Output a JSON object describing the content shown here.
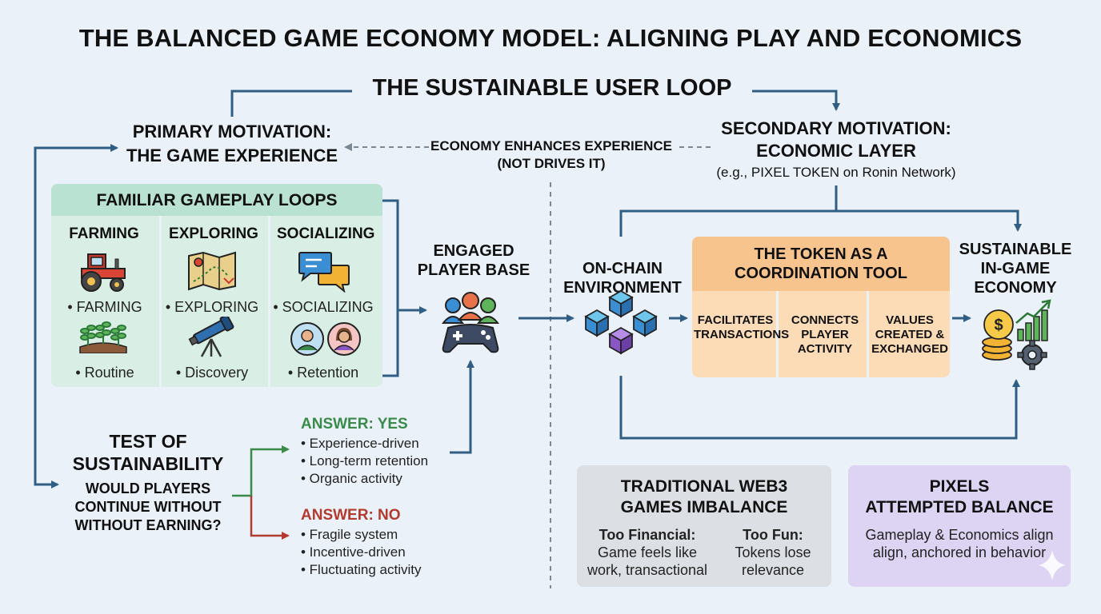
{
  "title": "THE BALANCED GAME ECONOMY MODEL: ALIGNING PLAY AND ECONOMICS",
  "loop_title": "THE SUSTAINABLE USER LOOP",
  "primary": {
    "line1": "PRIMARY MOTIVATION:",
    "line2": "THE GAME EXPERIENCE"
  },
  "enhance_note": {
    "line1": "ECONOMY ENHANCES EXPERIENCE",
    "line2": "(NOT DRIVES IT)"
  },
  "secondary": {
    "line1": "SECONDARY MOTIVATION:",
    "line2": "ECONOMIC LAYER",
    "sub": "(e.g., PIXEL TOKEN on Ronin Network)"
  },
  "gameplay": {
    "title": "FAMILIAR GAMEPLAY LOOPS",
    "columns": [
      {
        "title": "FARMING",
        "item1": "• FARMING",
        "item2": "• Routine"
      },
      {
        "title": "EXPLORING",
        "item1": "• EXPLORING",
        "item2": "• Discovery"
      },
      {
        "title": "SOCIALIZING",
        "item1": "• SOCIALIZING",
        "item2": "• Retention"
      }
    ]
  },
  "engaged": {
    "line1": "ENGAGED",
    "line2": "PLAYER BASE"
  },
  "onchain": {
    "line1": "ON-CHAIN",
    "line2": "ENVIRONMENT"
  },
  "token": {
    "line1": "THE TOKEN AS A",
    "line2": "COORDINATION TOOL",
    "cells": [
      [
        "FACILITATES",
        "TRANSACTIONS",
        ""
      ],
      [
        "CONNECTS",
        "PLAYER",
        "ACTIVITY"
      ],
      [
        "VALUES",
        "CREATED &",
        "EXCHANGED"
      ]
    ]
  },
  "sustainable": {
    "line1": "SUSTAINABLE",
    "line2": "IN-GAME",
    "line3": "ECONOMY"
  },
  "test": {
    "line1": "TEST OF",
    "line2": "SUSTAINABILITY",
    "q1": "WOULD PLAYERS",
    "q2": "CONTINUE WITHOUT",
    "q3": "WITHOUT EARNING?"
  },
  "answer_yes": {
    "label": "ANSWER: YES",
    "items": [
      "• Experience-driven",
      "• Long-term retention",
      "• Organic activity"
    ],
    "color": "#3a8a4a"
  },
  "answer_no": {
    "label": "ANSWER: NO",
    "items": [
      "• Fragile system",
      "• Incentive-driven",
      "• Fluctuating activity"
    ],
    "color": "#b23a2e"
  },
  "traditional": {
    "line1": "TRADITIONAL WEB3",
    "line2": "GAMES IMBALANCE",
    "left_label": "Too Financial:",
    "left_1": "Game feels like",
    "left_2": "work, transactional",
    "right_label": "Too Fun:",
    "right_1": "Tokens lose",
    "right_2": "relevance"
  },
  "pixels": {
    "line1": "PIXELS",
    "line2": "ATTEMPTED BALANCE",
    "text1": "Gameplay & Economics align",
    "text2": "align, anchored in behavior"
  },
  "colors": {
    "arrow": "#2f5d84",
    "dash": "#7a8794"
  }
}
